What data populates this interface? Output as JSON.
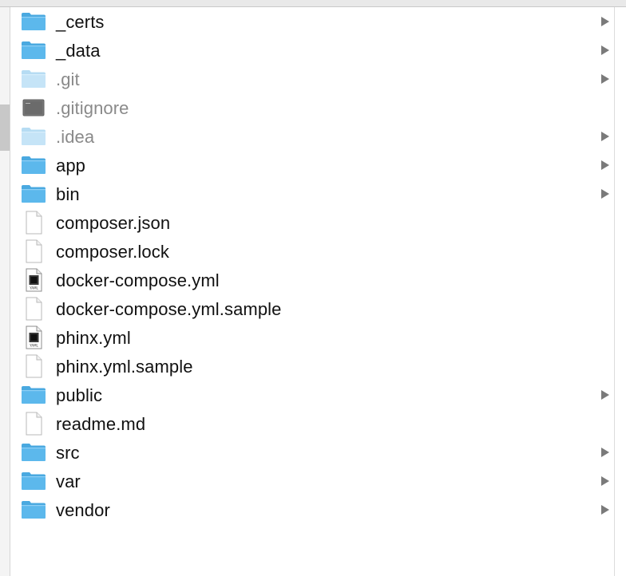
{
  "files": [
    {
      "name": "_certs",
      "icon": "folder-icon",
      "dimmed": false,
      "expandable": true
    },
    {
      "name": "_data",
      "icon": "folder-icon",
      "dimmed": false,
      "expandable": true
    },
    {
      "name": ".git",
      "icon": "folder-icon",
      "dimmed": true,
      "expandable": true
    },
    {
      "name": ".gitignore",
      "icon": "terminal-file-icon",
      "dimmed": true,
      "expandable": false
    },
    {
      "name": ".idea",
      "icon": "folder-icon",
      "dimmed": true,
      "expandable": true
    },
    {
      "name": "app",
      "icon": "folder-icon",
      "dimmed": false,
      "expandable": true
    },
    {
      "name": "bin",
      "icon": "folder-icon",
      "dimmed": false,
      "expandable": true
    },
    {
      "name": "composer.json",
      "icon": "document-icon",
      "dimmed": false,
      "expandable": false
    },
    {
      "name": "composer.lock",
      "icon": "document-icon",
      "dimmed": false,
      "expandable": false
    },
    {
      "name": "docker-compose.yml",
      "icon": "yaml-file-icon",
      "dimmed": false,
      "expandable": false
    },
    {
      "name": "docker-compose.yml.sample",
      "icon": "document-icon",
      "dimmed": false,
      "expandable": false
    },
    {
      "name": "phinx.yml",
      "icon": "yaml-file-icon",
      "dimmed": false,
      "expandable": false
    },
    {
      "name": "phinx.yml.sample",
      "icon": "document-icon",
      "dimmed": false,
      "expandable": false
    },
    {
      "name": "public",
      "icon": "folder-icon",
      "dimmed": false,
      "expandable": true
    },
    {
      "name": "readme.md",
      "icon": "document-icon",
      "dimmed": false,
      "expandable": false
    },
    {
      "name": "src",
      "icon": "folder-icon",
      "dimmed": false,
      "expandable": true
    },
    {
      "name": "var",
      "icon": "folder-icon",
      "dimmed": false,
      "expandable": true
    },
    {
      "name": "vendor",
      "icon": "folder-icon",
      "dimmed": false,
      "expandable": true
    }
  ],
  "colors": {
    "folder": "#5cb8ec",
    "folder_tab": "#4aa9e0",
    "folder_dimmed": "#c5e4f7",
    "text": "#111111",
    "text_dimmed": "#8a8a8a",
    "chevron": "#7a7a7a"
  },
  "icons": {
    "yaml_badge": "YAML"
  }
}
